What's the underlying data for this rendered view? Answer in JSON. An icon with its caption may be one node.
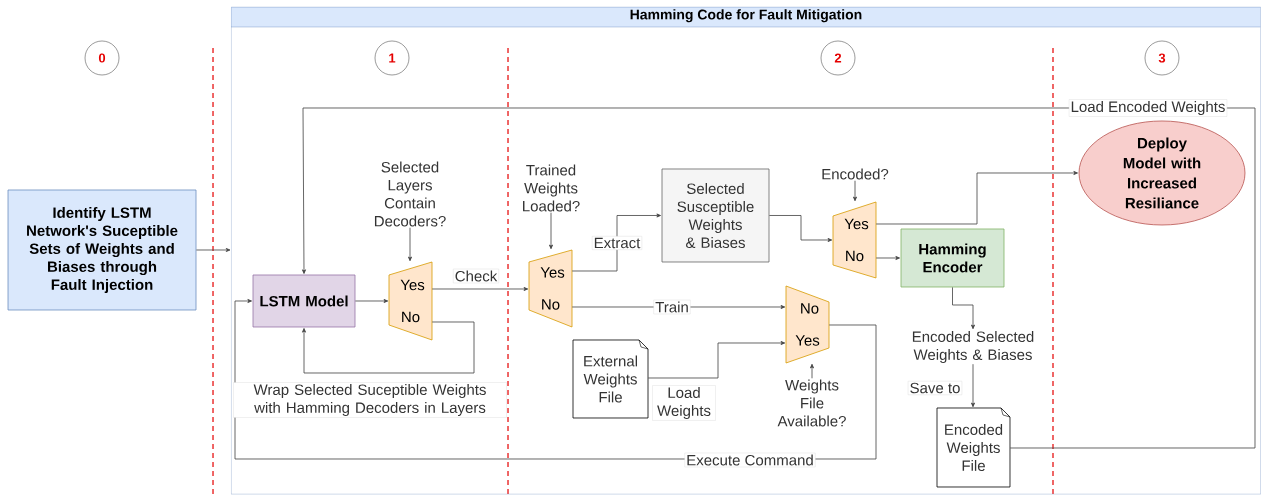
{
  "diagram": {
    "nodes": [
      {
        "text": [
          "Hamming Code for Fault Mitigation"
        ]
      },
      {
        "text": [
          "0"
        ]
      },
      {
        "text": [
          "1"
        ],
        "in": 0
      },
      {
        "text": [
          "2"
        ],
        "in": 0
      },
      {
        "text": [
          "3"
        ],
        "in": 0
      },
      {
        "text": [
          "Identify LSTM Network's Suceptible Sets of Weights and Biases through Fault Injection"
        ]
      },
      {
        "text": [
          "LSTM Model"
        ],
        "in": 0
      },
      {
        "text": [
          "Yes",
          "No"
        ],
        "in": 0
      },
      {
        "text": [
          "Selected Layers Contain Decoders?"
        ],
        "in": 0
      },
      {
        "text": [
          "Yes",
          "No"
        ],
        "in": 0
      },
      {
        "text": [
          "Trained Weights Loaded?"
        ],
        "in": 0
      },
      {
        "text": [
          "Selected Susceptible Weights & Biases"
        ],
        "in": 0
      },
      {
        "text": [
          "Yes",
          "No"
        ],
        "in": 0
      },
      {
        "text": [
          "Encoded?"
        ],
        "in": 0
      },
      {
        "text": [
          "Hamming Encoder"
        ],
        "in": 0
      },
      {
        "text": [
          "Deploy Model with Increased Resiliance"
        ],
        "in": 0
      },
      {
        "text": [
          "No",
          "Yes"
        ],
        "in": 0
      },
      {
        "text": [
          "Weights File Available?"
        ],
        "in": 0
      },
      {
        "text": [
          "External Weights File"
        ],
        "in": 0
      },
      {
        "text": [
          "Encoded Selected Weights & Biases"
        ],
        "in": 0
      },
      {
        "text": [
          "Encoded Weights File"
        ],
        "in": 0
      }
    ],
    "edges": [
      {
        "from": 5,
        "to": 0,
        "arrow": "to"
      },
      {
        "from": 6,
        "to": 7,
        "arrow": "to"
      },
      {
        "from": 8,
        "to": 7,
        "arrow": "to"
      },
      {
        "from": 7,
        "to": 6,
        "arrow": "to",
        "label": "Wrap Selected Suceptible Weights with Hamming Decoders in Layers"
      },
      {
        "from": 7,
        "to": 9,
        "arrow": "to",
        "label": "Check"
      },
      {
        "from": 10,
        "to": 9,
        "arrow": "to"
      },
      {
        "from": 9,
        "to": 11,
        "arrow": "to",
        "label": "Extract"
      },
      {
        "from": 9,
        "to": 16,
        "arrow": "to",
        "label": "Train"
      },
      {
        "from": 18,
        "to": 16,
        "arrow": "to",
        "label": "Load Weights"
      },
      {
        "from": 17,
        "to": 16,
        "arrow": "to"
      },
      {
        "from": 16,
        "to": 6,
        "arrow": "to",
        "label": "Execute Command"
      },
      {
        "from": 11,
        "to": 12,
        "arrow": "to"
      },
      {
        "from": 13,
        "to": 12,
        "arrow": "to"
      },
      {
        "from": 12,
        "to": 15,
        "arrow": "to"
      },
      {
        "from": 12,
        "to": 14,
        "arrow": "to"
      },
      {
        "from": 14,
        "to": 19,
        "arrow": "to"
      },
      {
        "from": 19,
        "to": 20,
        "arrow": "to",
        "label": "Save to"
      },
      {
        "from": 20,
        "to": 6,
        "arrow": "to",
        "label": "Load Encoded Weights"
      }
    ]
  }
}
